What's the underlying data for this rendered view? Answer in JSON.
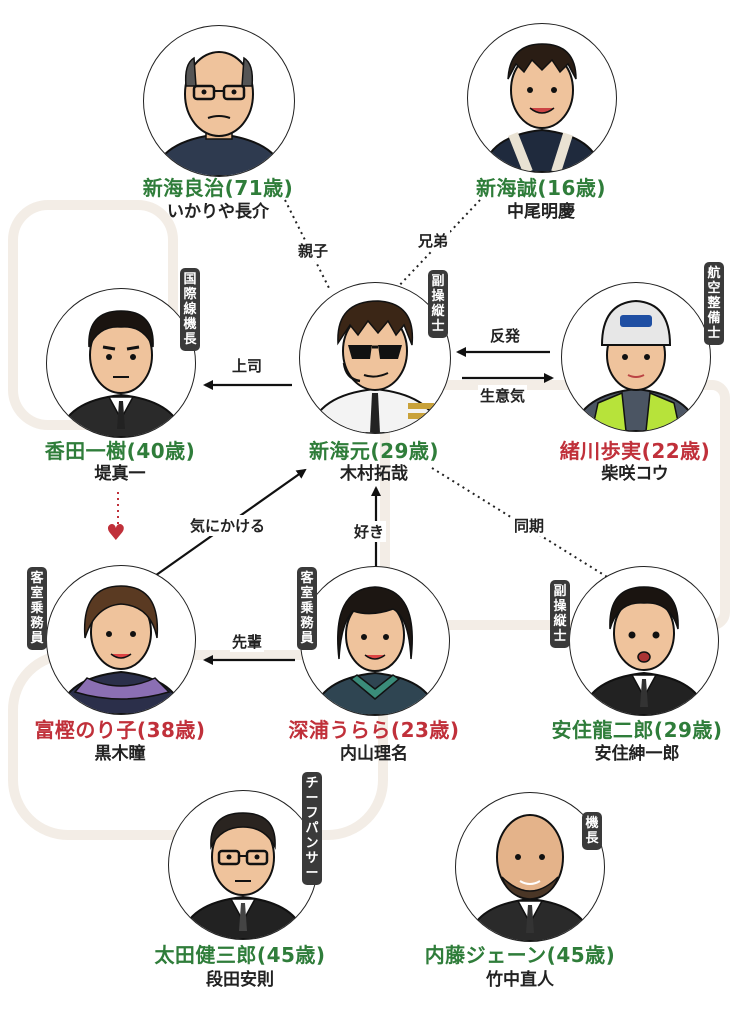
{
  "characters": {
    "ryoji": {
      "name": "新海良治(71歳)",
      "actor": "いかりや長介"
    },
    "makoto": {
      "name": "新海誠(16歳)",
      "actor": "中尾明慶"
    },
    "kazuki": {
      "name": "香田一樹(40歳)",
      "actor": "堤真一",
      "role": "国際線機長"
    },
    "hajime": {
      "name": "新海元(29歳)",
      "actor": "木村拓哉",
      "role": "副操縦士"
    },
    "ayumi": {
      "name": "緒川歩実(22歳)",
      "actor": "柴咲コウ",
      "role": "航空整備士"
    },
    "noriko": {
      "name": "富樫のり子(38歳)",
      "actor": "黒木瞳",
      "role": "客室乗務員"
    },
    "urara": {
      "name": "深浦うらら(23歳)",
      "actor": "内山理名",
      "role": "客室乗務員"
    },
    "ryujiro": {
      "name": "安住龍二郎(29歳)",
      "actor": "安住紳一郎",
      "role": "副操縦士"
    },
    "kenzaburo": {
      "name": "太田健三郎(45歳)",
      "actor": "段田安則",
      "role": "チーフパンサー"
    },
    "jane": {
      "name": "内藤ジェーン(45歳)",
      "actor": "竹中直人",
      "role": "機長"
    }
  },
  "relations": {
    "parent": "親子",
    "brothers": "兄弟",
    "boss": "上司",
    "rebel": "反発",
    "cheeky": "生意気",
    "cares": "気にかける",
    "likes": "好き",
    "classmate": "同期",
    "senior": "先輩"
  },
  "colors": {
    "green": "#2f7d3a",
    "red": "#c0303a",
    "tag": "#3a3a3a",
    "heart": "#c0303a"
  },
  "icons": {
    "heart": "heart-icon"
  }
}
